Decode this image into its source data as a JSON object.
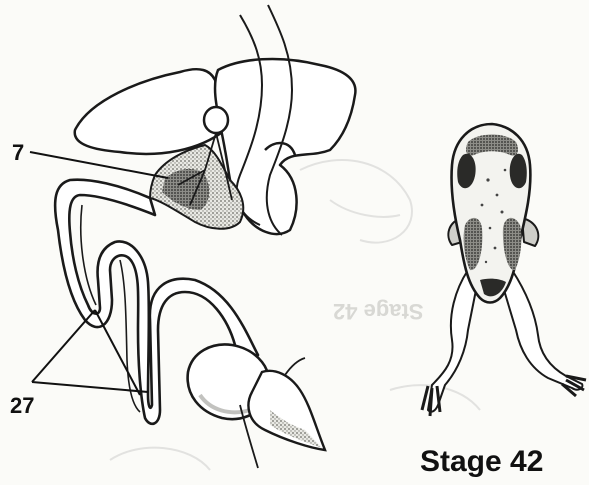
{
  "labels": {
    "callout_organ": "7",
    "callout_gut": "27",
    "stage_caption": "Stage 42"
  },
  "bleed_through": {
    "stage_text": "Stage 42"
  },
  "colors": {
    "ink": "#1a1a1a",
    "paper": "#fbfbf8",
    "shade": "#b8b8b2"
  }
}
